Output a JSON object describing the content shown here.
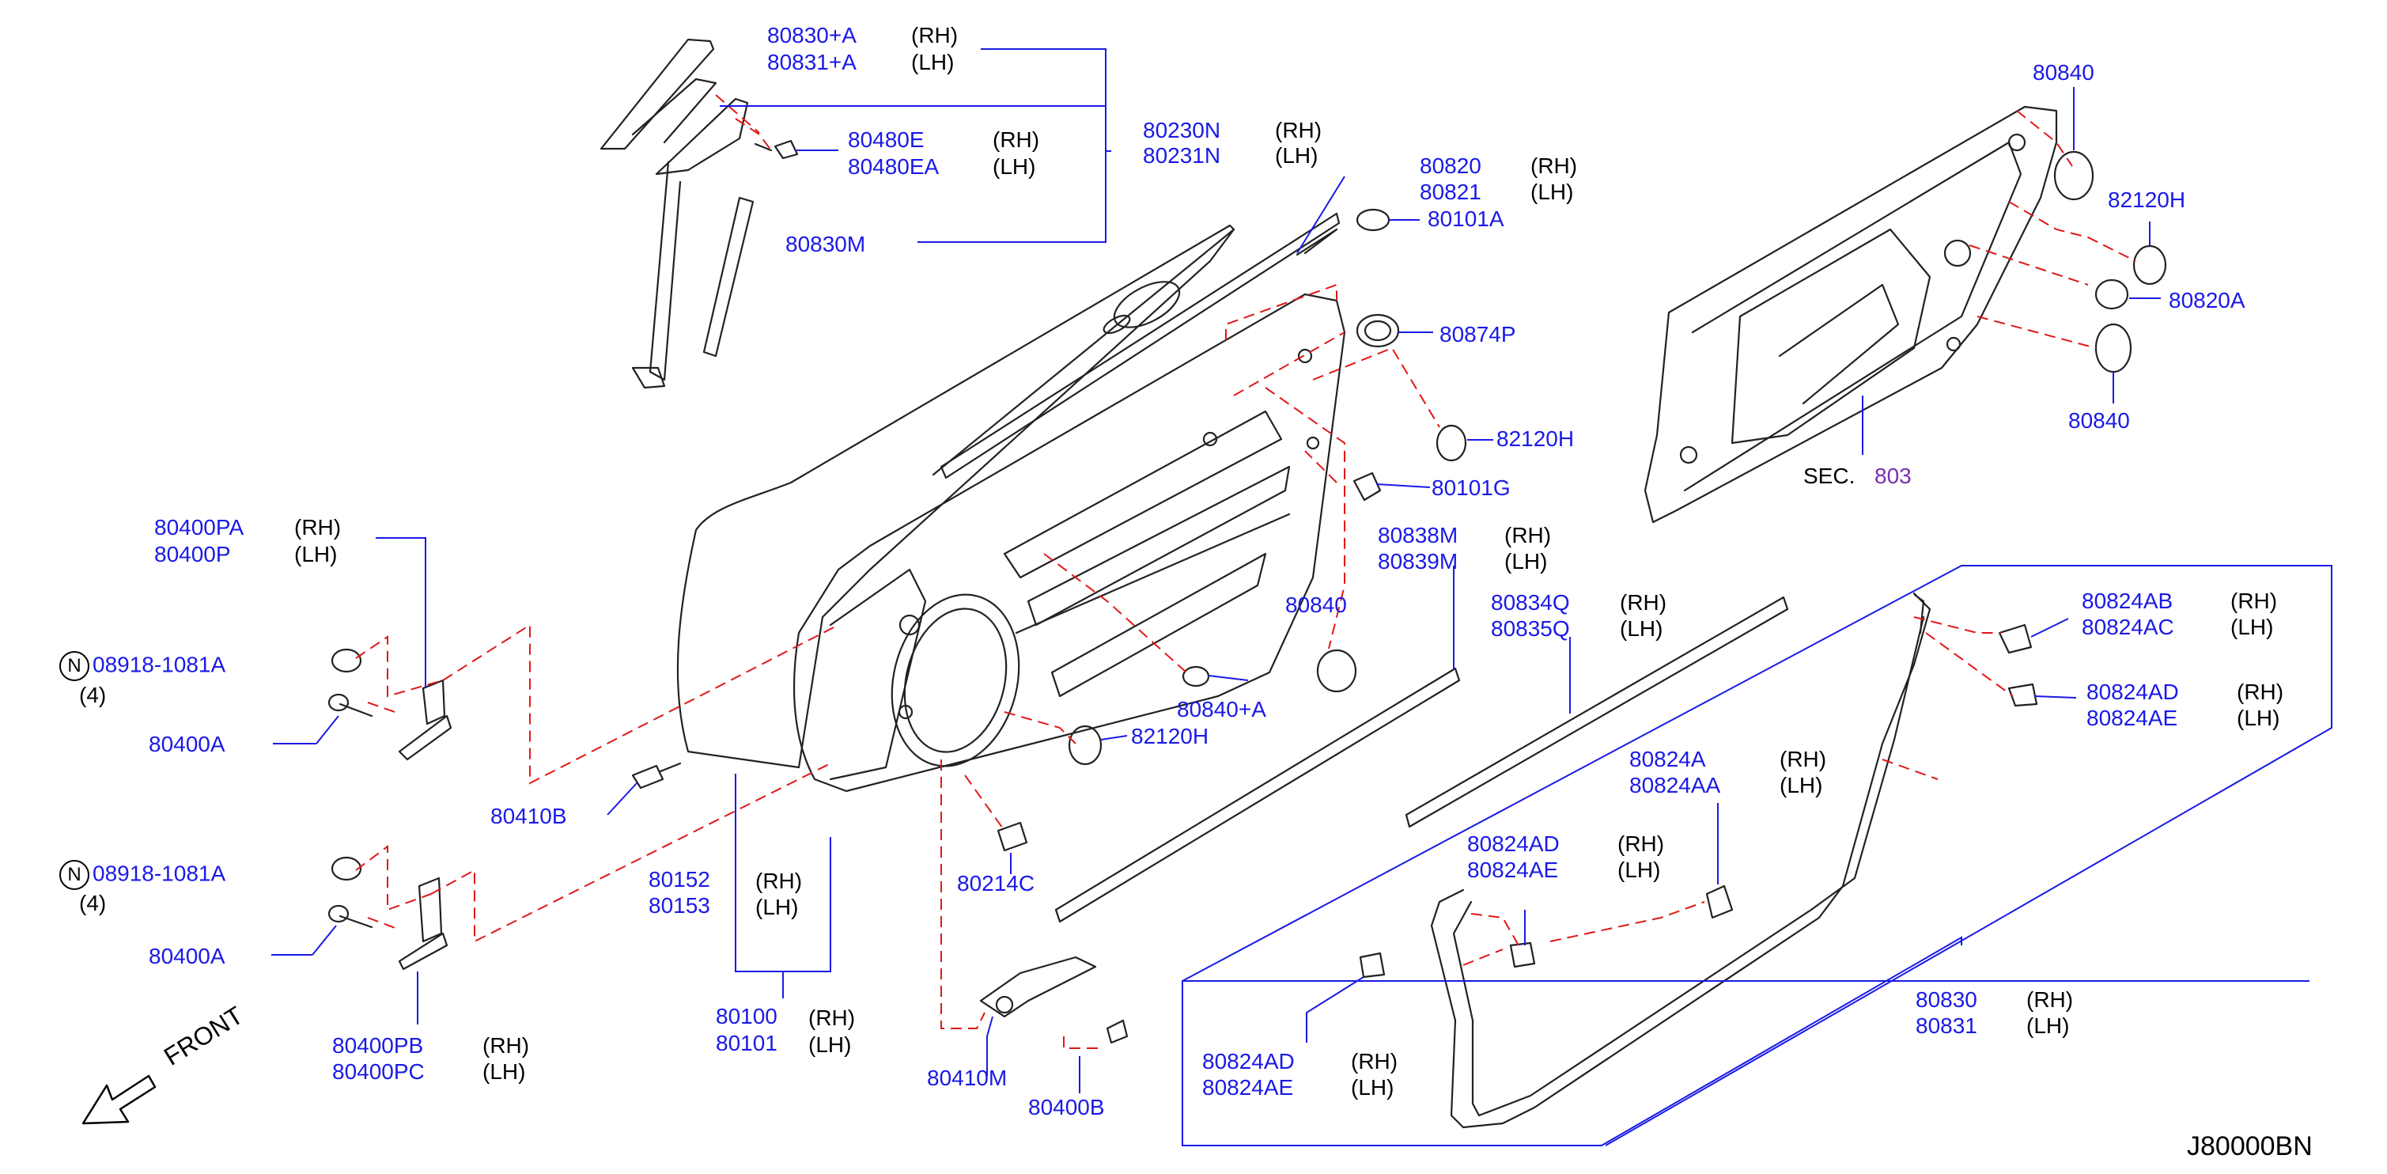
{
  "labels": {
    "p80830A": "80830+A",
    "p80831A": "80831+A",
    "rh1": "(RH)",
    "lh1": "(LH)",
    "p80480E": "80480E",
    "p80480EA": "80480EA",
    "rh2": "(RH)",
    "lh2": "(LH)",
    "p80230N": "80230N",
    "p80231N": "80231N",
    "rh3": "(RH)",
    "lh3": "(LH)",
    "p80830M": "80830M",
    "p80820": "80820",
    "p80821": "80821",
    "rh4": "(RH)",
    "lh4": "(LH)",
    "p80101A": "80101A",
    "p80874P": "80874P",
    "p82120H_a": "82120H",
    "p80101G": "80101G",
    "p80838M": "80838M",
    "p80839M": "80839M",
    "rh5": "(RH)",
    "lh5": "(LH)",
    "p80834Q": "80834Q",
    "p80835Q": "80835Q",
    "rh6": "(RH)",
    "lh6": "(LH)",
    "p80840_a": "80840",
    "p80840A": "80840+A",
    "p82120H_b": "82120H",
    "p80400PA": "80400PA",
    "p80400P": "80400P",
    "rh7": "(RH)",
    "lh7": "(LH)",
    "n1": "N",
    "p08918_a": "08918-1081A",
    "q4a": "(4)",
    "p80400A_a": "80400A",
    "p80410B": "80410B",
    "n2": "N",
    "p08918_b": "08918-1081A",
    "q4b": "(4)",
    "p80400A_b": "80400A",
    "p80400PB": "80400PB",
    "p80400PC": "80400PC",
    "rh8": "(RH)",
    "lh8": "(LH)",
    "p80152": "80152",
    "p80153": "80153",
    "rh9": "(RH)",
    "lh9": "(LH)",
    "p80214C": "80214C",
    "p80100": "80100",
    "p80101": "80101",
    "rh10": "(RH)",
    "lh10": "(LH)",
    "p80410M": "80410M",
    "p80400B": "80400B",
    "front": "FRONT",
    "p80840_b": "80840",
    "p82120H_c": "82120H",
    "p80820A": "80820A",
    "p80840_c": "80840",
    "sec": "SEC.",
    "secref": "803",
    "p80824AB": "80824AB",
    "p80824AC": "80824AC",
    "rh11": "(RH)",
    "lh11": "(LH)",
    "p80824AD_a": "80824AD",
    "p80824AE_a": "80824AE",
    "rh12": "(RH)",
    "lh12": "(LH)",
    "p80824A": "80824A",
    "p80824AA": "80824AA",
    "rh13": "(RH)",
    "lh13": "(LH)",
    "p80824AD_b": "80824AD",
    "p80824AE_b": "80824AE",
    "rh14": "(RH)",
    "lh14": "(LH)",
    "p80824AD_c": "80824AD",
    "p80824AE_c": "80824AE",
    "rh15": "(RH)",
    "lh15": "(LH)",
    "p80830": "80830",
    "p80831": "80831",
    "rh16": "(RH)",
    "lh16": "(LH)",
    "code": "J80000BN"
  },
  "colors": {
    "part_number": "#1a1ae6",
    "leader": "#1a1ae6",
    "dashed": "#e01818",
    "section_ref": "#7a2fb0",
    "outline": "#222222"
  }
}
